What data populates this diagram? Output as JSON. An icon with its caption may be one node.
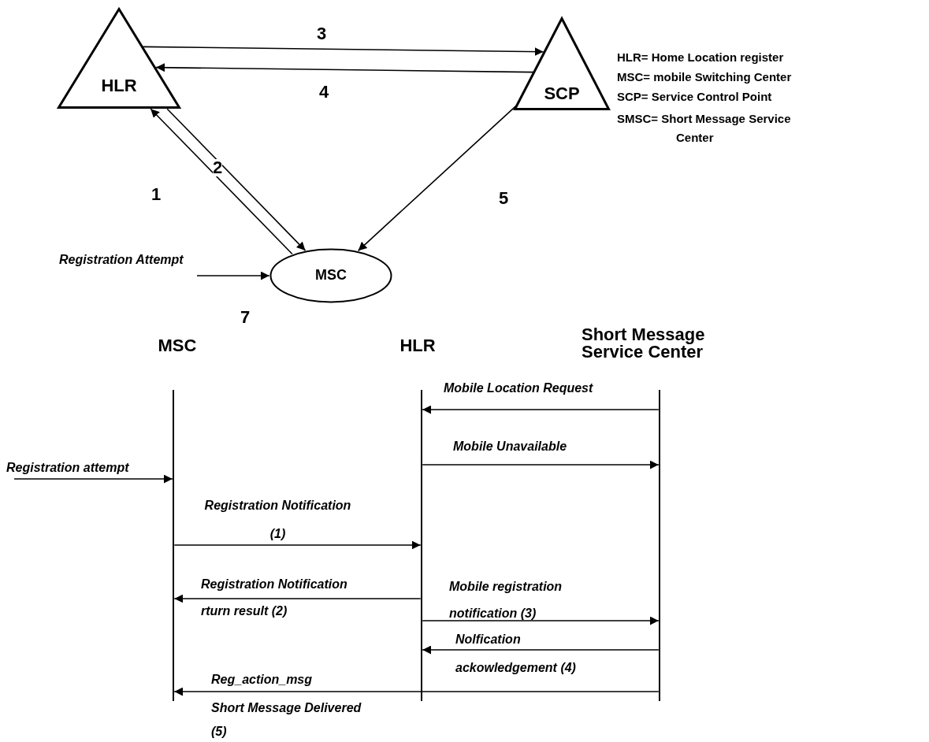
{
  "diagram": {
    "nodes": [
      {
        "text": [
          "HLR"
        ]
      },
      {
        "text": [
          "SCP"
        ]
      },
      {
        "text": [
          "MSC"
        ]
      },
      {
        "text": [],
        "shape": "bar",
        "beside": [
          "MSC"
        ]
      },
      {
        "text": [],
        "shape": "bar",
        "beside": [
          "HLR"
        ]
      },
      {
        "text": [],
        "shape": "bar",
        "beside": [
          "Short Message Service Center"
        ]
      }
    ],
    "edges": [
      {
        "from": 2,
        "to": 0,
        "arrow": "to",
        "label": "1"
      },
      {
        "from": 0,
        "to": 2,
        "arrow": "to",
        "label": "2"
      },
      {
        "from": 0,
        "to": 1,
        "arrow": "to",
        "label": "3"
      },
      {
        "from": 1,
        "to": 0,
        "arrow": "to",
        "label": "4"
      },
      {
        "from": 1,
        "to": 2,
        "arrow": "to",
        "label": "5"
      },
      {
        "from": null,
        "to": 2,
        "arrow": "to",
        "label": "Registration Attempt"
      },
      {
        "from": 5,
        "to": 4,
        "arrow": "to",
        "label": "Mobile Location Request"
      },
      {
        "from": 4,
        "to": 5,
        "arrow": "to",
        "label": "Mobile Unavailable"
      },
      {
        "from": null,
        "to": 3,
        "arrow": "to",
        "label": "Registration attempt"
      },
      {
        "from": 3,
        "to": 4,
        "arrow": "to",
        "label": "Registration Notification (1)"
      },
      {
        "from": 4,
        "to": 3,
        "arrow": "to",
        "label": "Registration Notification rturn result (2)"
      },
      {
        "from": 4,
        "to": 5,
        "arrow": "to",
        "label": "Mobile registration notification (3)"
      },
      {
        "from": 5,
        "to": 4,
        "arrow": "to",
        "label": "Nolfication ackowledgement (4)"
      },
      {
        "from": 5,
        "to": 3,
        "arrow": "to",
        "label": "Reg_action_msg"
      }
    ],
    "labels": [
      "HLR= Home Location register",
      "MSC= mobile Switching Center",
      "SCP= Service Control Point",
      "SMSC= Short Message Service Center",
      "7",
      "Short Message Delivered (5)"
    ]
  }
}
